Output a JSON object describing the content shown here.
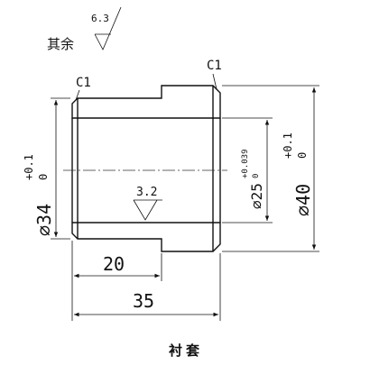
{
  "title": "衬套",
  "roughness_general": {
    "prefix": "其余",
    "value": "6.3"
  },
  "roughness_bore": {
    "value": "3.2"
  },
  "chamfers": {
    "left": "C1",
    "right": "C1"
  },
  "dimensions": {
    "outer_small": {
      "symbol": "⌀",
      "nominal": "34",
      "upper": "+0.1",
      "lower": "0"
    },
    "bore": {
      "symbol": "⌀",
      "nominal": "25",
      "upper": "+0.039",
      "lower": "0"
    },
    "outer_large": {
      "symbol": "⌀",
      "nominal": "40",
      "upper": "+0.1",
      "lower": "0"
    },
    "length_small": "20",
    "length_total": "35"
  }
}
